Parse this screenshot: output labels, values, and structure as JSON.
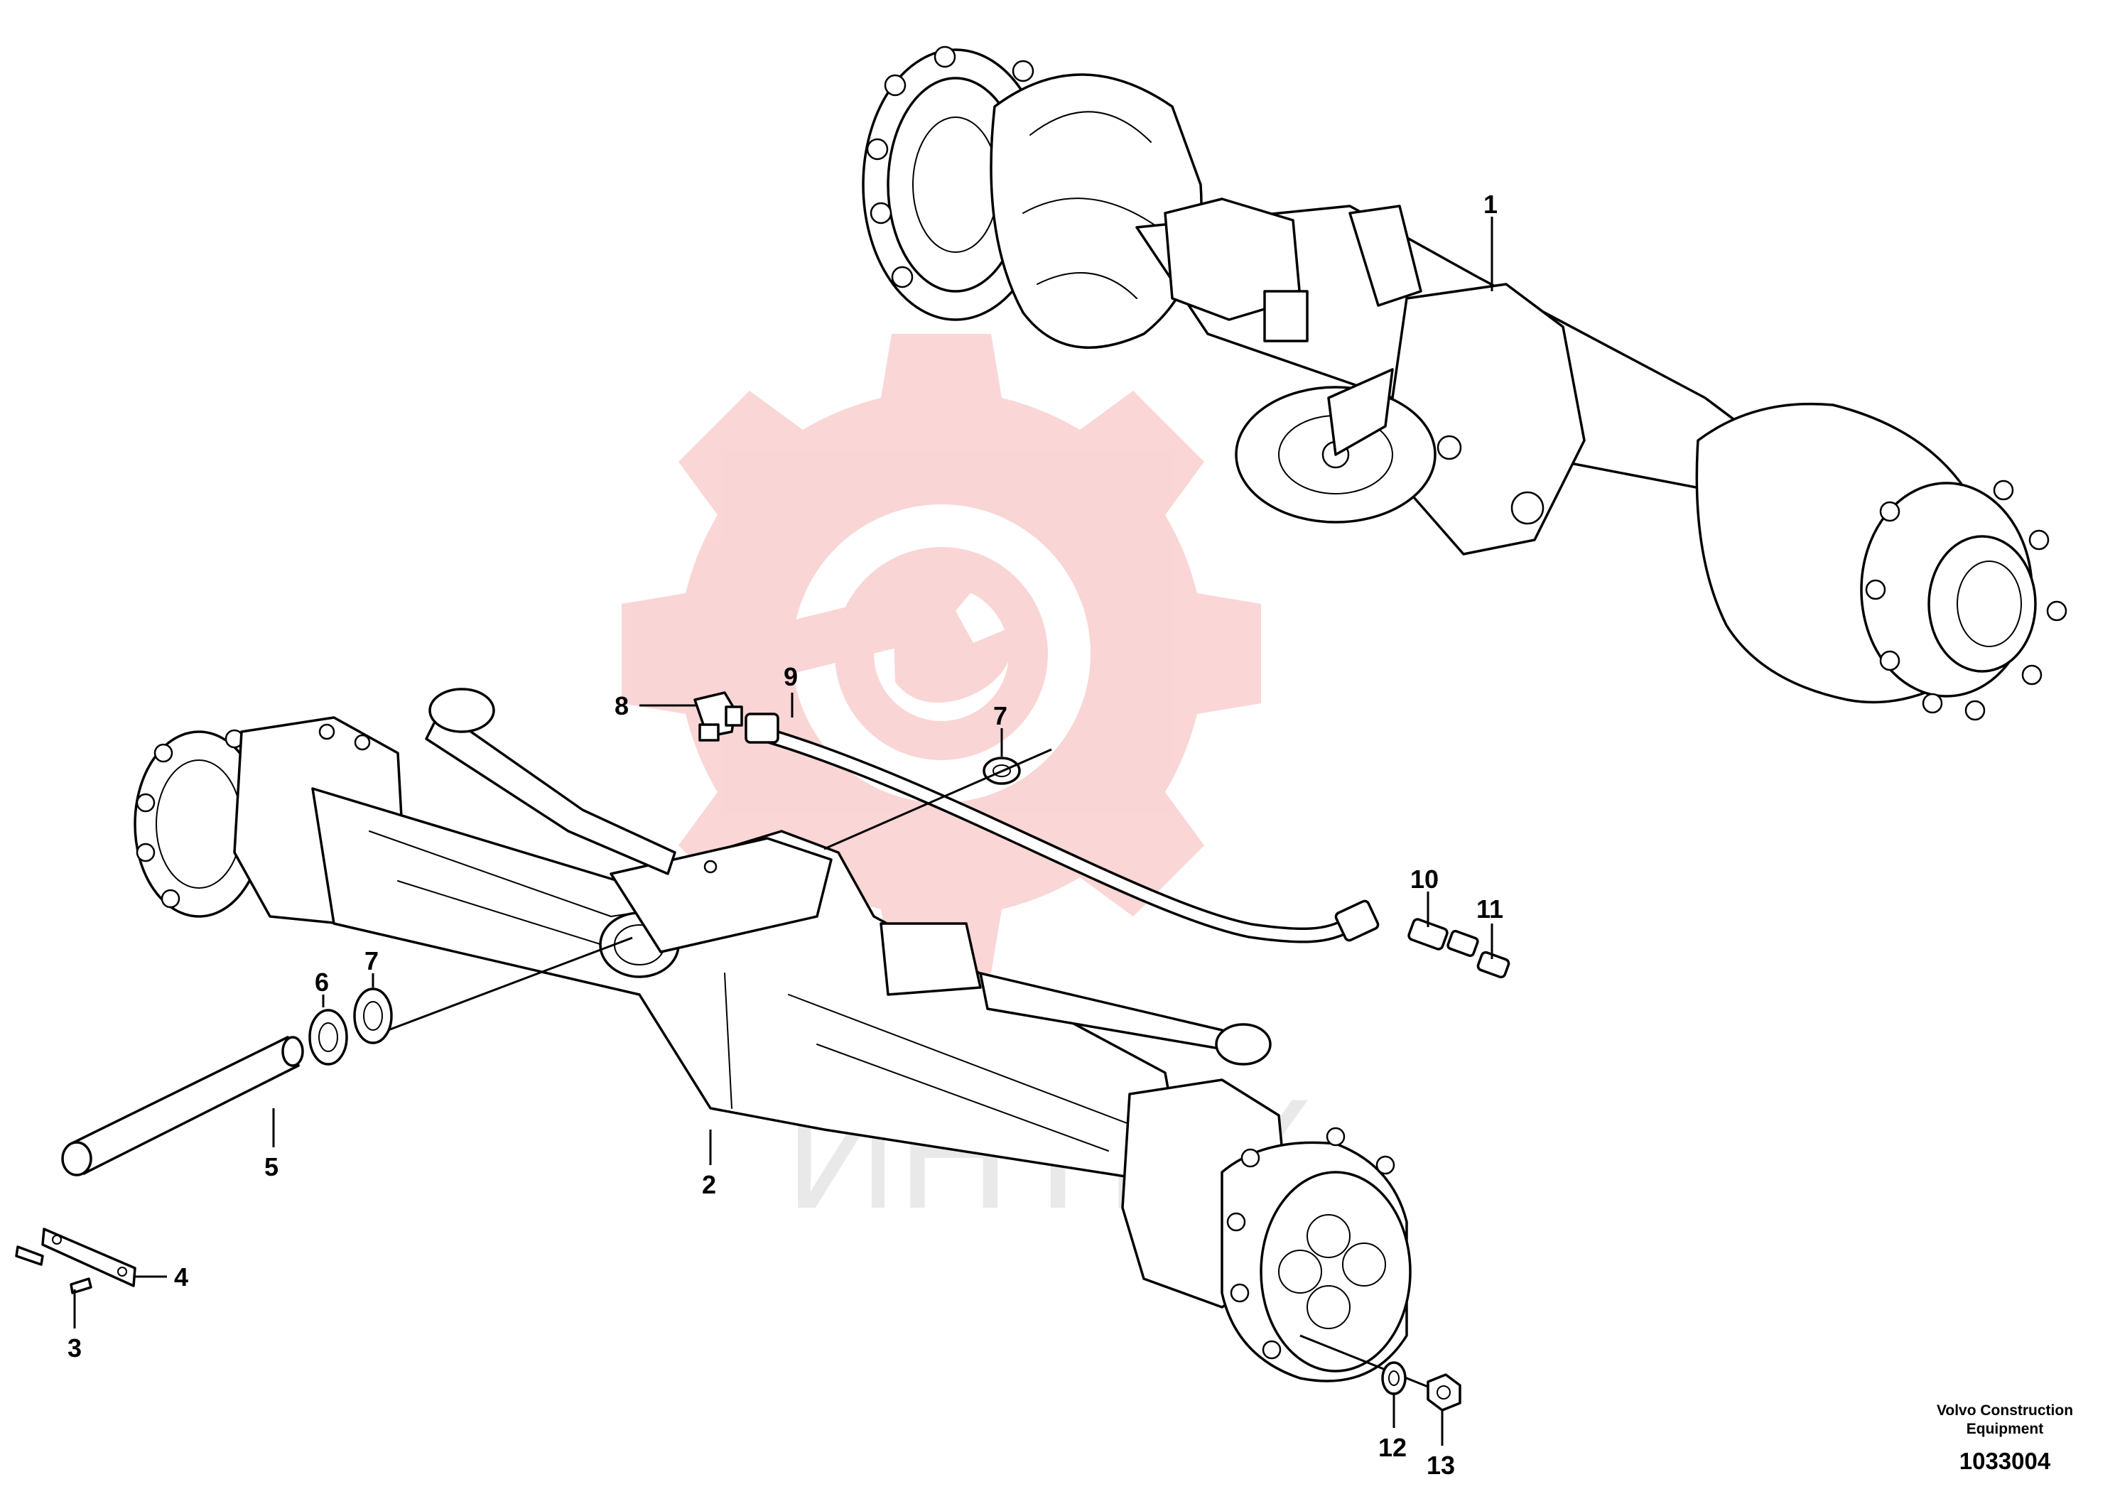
{
  "diagram": {
    "callouts": [
      {
        "id": "c1",
        "label": "1"
      },
      {
        "id": "c2",
        "label": "2"
      },
      {
        "id": "c3",
        "label": "3"
      },
      {
        "id": "c4",
        "label": "4"
      },
      {
        "id": "c5",
        "label": "5"
      },
      {
        "id": "c6",
        "label": "6"
      },
      {
        "id": "c7a",
        "label": "7"
      },
      {
        "id": "c7b",
        "label": "7"
      },
      {
        "id": "c8",
        "label": "8"
      },
      {
        "id": "c9",
        "label": "9"
      },
      {
        "id": "c10",
        "label": "10"
      },
      {
        "id": "c11",
        "label": "11"
      },
      {
        "id": "c12",
        "label": "12"
      },
      {
        "id": "c13",
        "label": "13"
      }
    ],
    "credit_line1": "Volvo Construction",
    "credit_line2": "Equipment",
    "figure_number": "1033004",
    "watermark_text": "ИНТЕХ"
  },
  "colors": {
    "watermark_red": "#f4a3a3",
    "watermark_gray": "#d8d8d8",
    "line": "#000000"
  }
}
